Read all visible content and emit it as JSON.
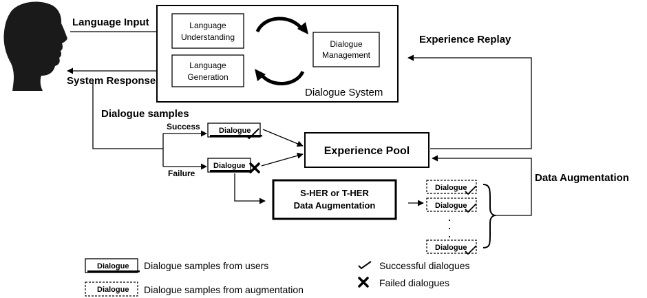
{
  "labels": {
    "language_input": "Language Input",
    "system_response": "System Response",
    "dialogue_samples": "Dialogue samples",
    "success": "Success",
    "failure": "Failure",
    "experience_replay": "Experience Replay",
    "data_augmentation": "Data Augmentation"
  },
  "dialogue_system": {
    "title": "Dialogue System",
    "nlu_line1": "Language",
    "nlu_line2": "Understanding",
    "nlg_line1": "Language",
    "nlg_line2": "Generation",
    "dm_line1": "Dialogue",
    "dm_line2": "Management"
  },
  "experience_pool": "Experience Pool",
  "augmentation_box": {
    "line1": "S-HER or T-HER",
    "line2": "Data Augmentation"
  },
  "dialogue_chip": "Dialogue",
  "augmented_dialogues": [
    "Dialogue",
    "Dialogue",
    "Dialogue"
  ],
  "legend": {
    "user_samples": "Dialogue samples from users",
    "aug_samples": "Dialogue samples from augmentation",
    "successful": "Successful dialogues",
    "failed": "Failed dialogues"
  }
}
